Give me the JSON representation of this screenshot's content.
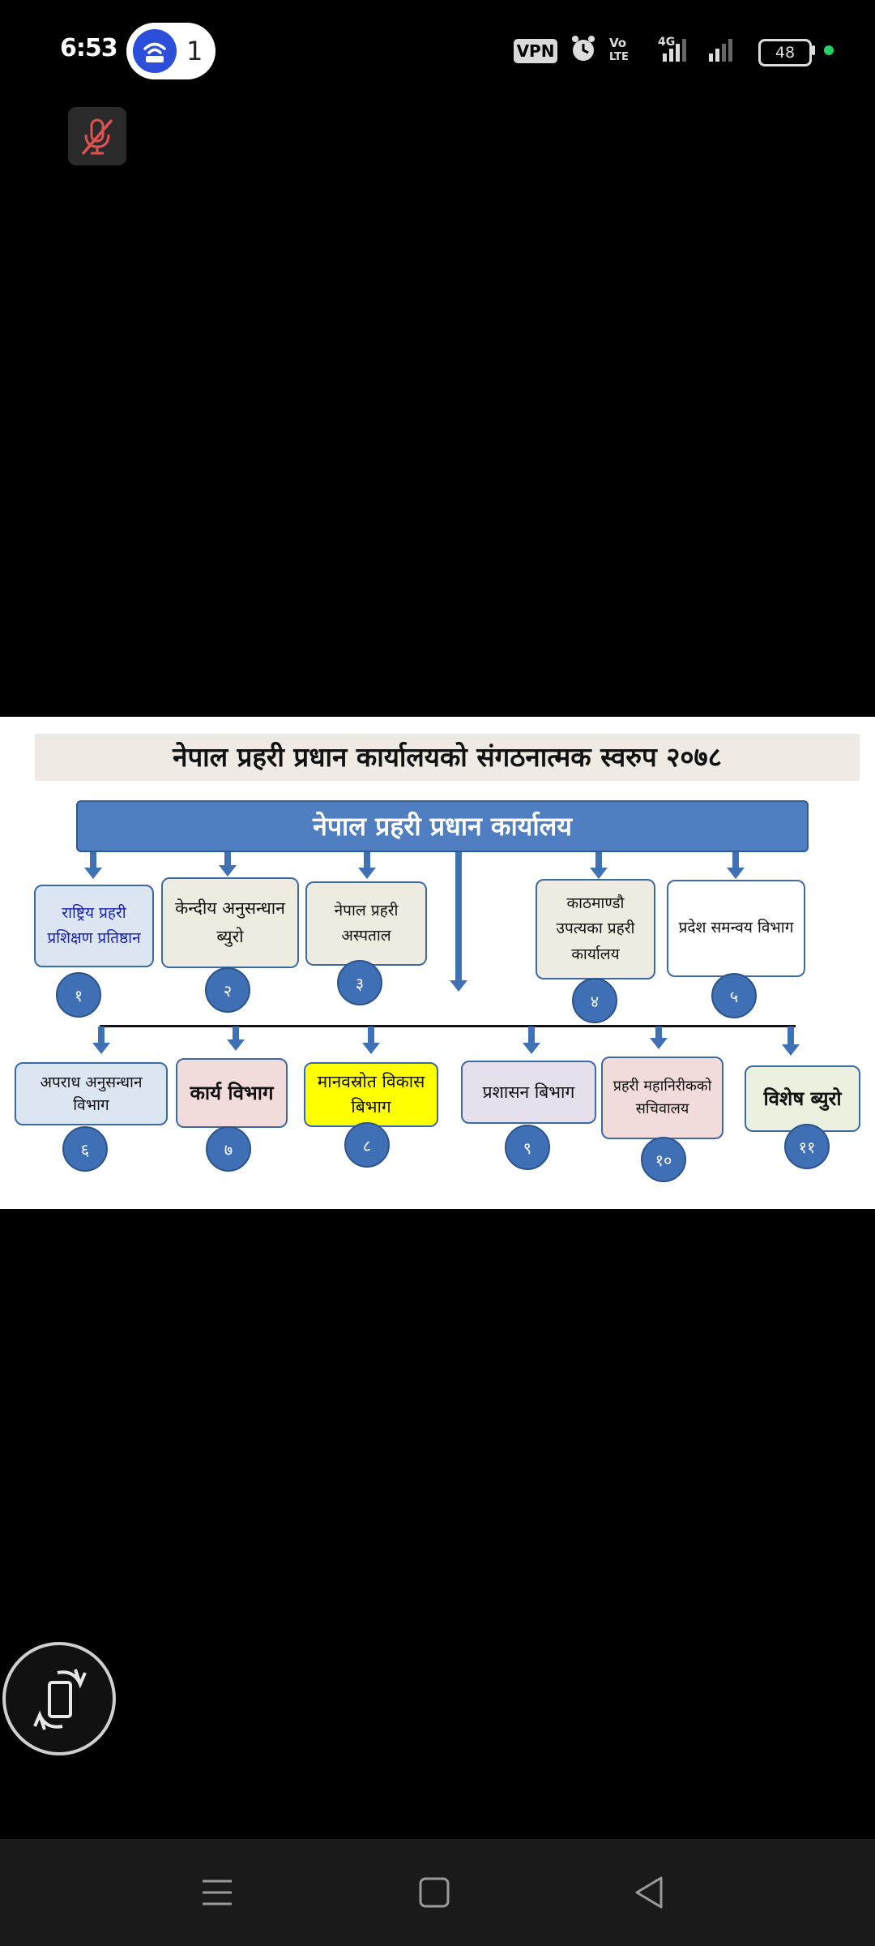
{
  "status_bar": {
    "time": "6:53",
    "hotspot_count": "1",
    "vpn_label": "VPN",
    "network_type": "4G",
    "volte_label": "Vo LTE",
    "battery_level": "48"
  },
  "slide": {
    "title": "नेपाल प्रहरी प्रधान कार्यालयको संगठनात्मक स्वरुप २०७८",
    "headquarters": "नेपाल प्रहरी प्रधान कार्यालय",
    "top_units": [
      {
        "label": "राष्ट्रिय प्रहरी प्रशिक्षण प्रतिष्ठान",
        "number": "१"
      },
      {
        "label": "केन्दीय अनुसन्धान ब्युरो",
        "number": "२"
      },
      {
        "label": "नेपाल प्रहरी अस्पताल",
        "number": "३"
      },
      {
        "label": "काठमाण्डौ उपत्यका प्रहरी कार्यालय",
        "number": "४"
      },
      {
        "label": "प्रदेश समन्वय विभाग",
        "number": "५"
      }
    ],
    "bottom_units": [
      {
        "label": "अपराध अनुसन्धान विभाग",
        "number": "६"
      },
      {
        "label": "कार्य विभाग",
        "number": "७"
      },
      {
        "label": "मानवस्रोत विकास बिभाग",
        "number": "८"
      },
      {
        "label": "प्रशासन बिभाग",
        "number": "९"
      },
      {
        "label": "प्रहरी महानिरीकको सचिवालय",
        "number": "१०"
      },
      {
        "label": "विशेष ब्युरो",
        "number": "११"
      }
    ],
    "colors": {
      "header_blue": "#4f7fc0",
      "unit_blue_fill": "#dce6f2",
      "unit_cream_fill": "#eeece1",
      "unit_pink_fill": "#f2dcdb",
      "unit_yellow_fill": "#ffff00",
      "unit_lavender_fill": "#e5e0ec",
      "unit_green_fill": "#ebf1de"
    }
  },
  "icons": {
    "hotspot": "wifi-hotspot-icon",
    "mic": "mic-muted-icon",
    "rotate": "screen-rotate-icon",
    "nav_recent": "menu-lines-icon",
    "nav_home": "square-home-icon",
    "nav_back": "triangle-back-icon"
  }
}
